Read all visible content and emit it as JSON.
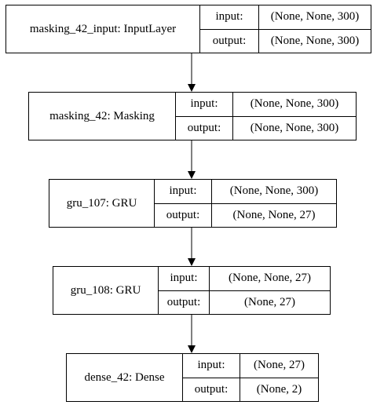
{
  "layers": [
    {
      "name": "masking_42_input: InputLayer",
      "input_label": "input:",
      "output_label": "output:",
      "input_shape": "(None, None, 300)",
      "output_shape": "(None, None, 300)"
    },
    {
      "name": "masking_42: Masking",
      "input_label": "input:",
      "output_label": "output:",
      "input_shape": "(None, None, 300)",
      "output_shape": "(None, None, 300)"
    },
    {
      "name": "gru_107: GRU",
      "input_label": "input:",
      "output_label": "output:",
      "input_shape": "(None, None, 300)",
      "output_shape": "(None, None, 27)"
    },
    {
      "name": "gru_108: GRU",
      "input_label": "input:",
      "output_label": "output:",
      "input_shape": "(None, None, 27)",
      "output_shape": "(None, 27)"
    },
    {
      "name": "dense_42: Dense",
      "input_label": "input:",
      "output_label": "output:",
      "input_shape": "(None, 27)",
      "output_shape": "(None, 2)"
    }
  ]
}
